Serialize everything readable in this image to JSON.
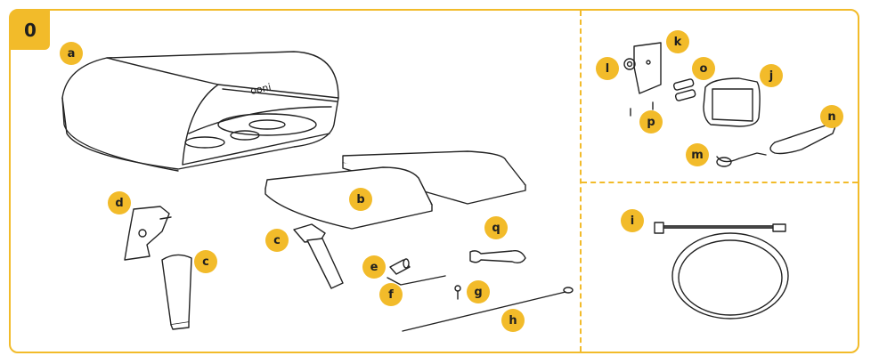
{
  "step": "0",
  "labels": {
    "a": "a",
    "b": "b",
    "c1": "c",
    "c2": "c",
    "d": "d",
    "e": "e",
    "f": "f",
    "g": "g",
    "h": "h",
    "i": "i",
    "j": "j",
    "k": "k",
    "l": "l",
    "m": "m",
    "n": "n",
    "o": "o",
    "p": "p",
    "q": "q"
  },
  "oven_logo": "ooni",
  "colors": {
    "accent": "#f2bb2a",
    "line": "#222222"
  }
}
